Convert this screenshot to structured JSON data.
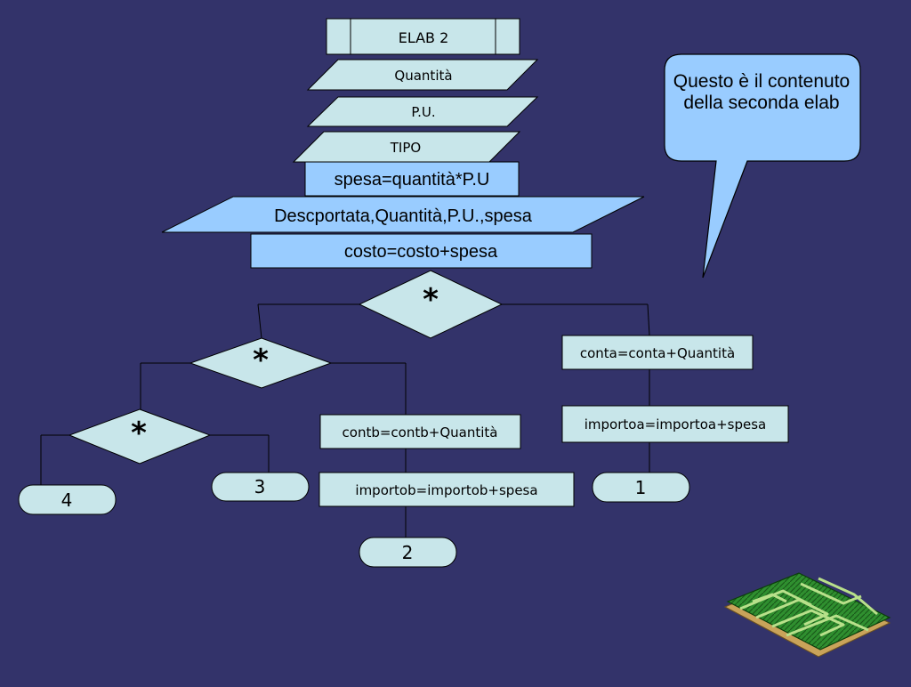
{
  "flowchart": {
    "header": "ELAB 2",
    "inputs": [
      "Quantità",
      "P.U.",
      "TIPO"
    ],
    "calc_spesa": "spesa=quantità*P.U",
    "output_line": "Descportata,Quantità,P.U.,spesa",
    "calc_costo": "costo=costo+spesa",
    "decisions": [
      "*",
      "*",
      "*"
    ],
    "branch_a": {
      "step1": "conta=conta+Quantità",
      "step2": "importoa=importoa+spesa",
      "connector": "1"
    },
    "branch_b": {
      "step1": "contb=contb+Quantità",
      "step2": "importob=importob+spesa",
      "connector": "2"
    },
    "connector_3": "3",
    "connector_4": "4"
  },
  "callout": {
    "text": "Questo è il contenuto della seconda elab"
  },
  "decoration": {
    "icon": "maze-icon"
  },
  "colors": {
    "background": "#33336a",
    "light_cyan": "#c8e6ea",
    "light_blue": "#99ccff",
    "stroke": "#000000"
  }
}
